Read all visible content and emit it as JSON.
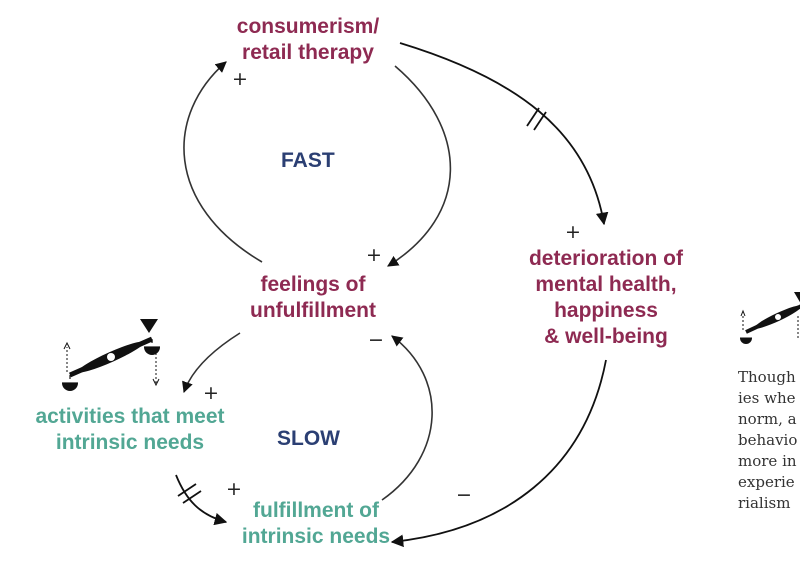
{
  "nodes": {
    "consumerism": {
      "lines": [
        "consumerism/",
        "retail therapy"
      ],
      "color": "#8e2a52"
    },
    "unfulfillment": {
      "lines": [
        "feelings of",
        "unfulfillment"
      ],
      "color": "#8e2a52"
    },
    "deterioration": {
      "lines": [
        "deterioration of",
        "mental health,",
        "happiness",
        "& well-being"
      ],
      "color": "#8e2a52"
    },
    "activities": {
      "lines": [
        "activities that meet",
        "intrinsic needs"
      ],
      "color": "#52a794"
    },
    "fulfillment": {
      "lines": [
        "fulfillment of",
        "intrinsic needs"
      ],
      "color": "#52a794"
    }
  },
  "loops": {
    "fast": "FAST",
    "slow": "SLOW"
  },
  "link_signs": {
    "unfulfillment_to_consumerism": "+",
    "consumerism_to_unfulfillment": "+",
    "consumerism_to_deterioration": "+",
    "unfulfillment_to_activities": "+",
    "activities_to_fulfillment": "+",
    "fulfillment_to_unfulfillment": "−",
    "deterioration_to_fulfillment": "−"
  },
  "caption": {
    "lines": [
      "Though",
      "ies whe",
      "norm, a",
      "behavio",
      "more in",
      "experie",
      "rialism"
    ]
  },
  "colors": {
    "maroon": "#8e2a52",
    "teal": "#52a794",
    "loop_label": "#2b3f73",
    "arrow": "#222222"
  },
  "icons": [
    "balance-scale-icon",
    "balance-scale-icon"
  ]
}
